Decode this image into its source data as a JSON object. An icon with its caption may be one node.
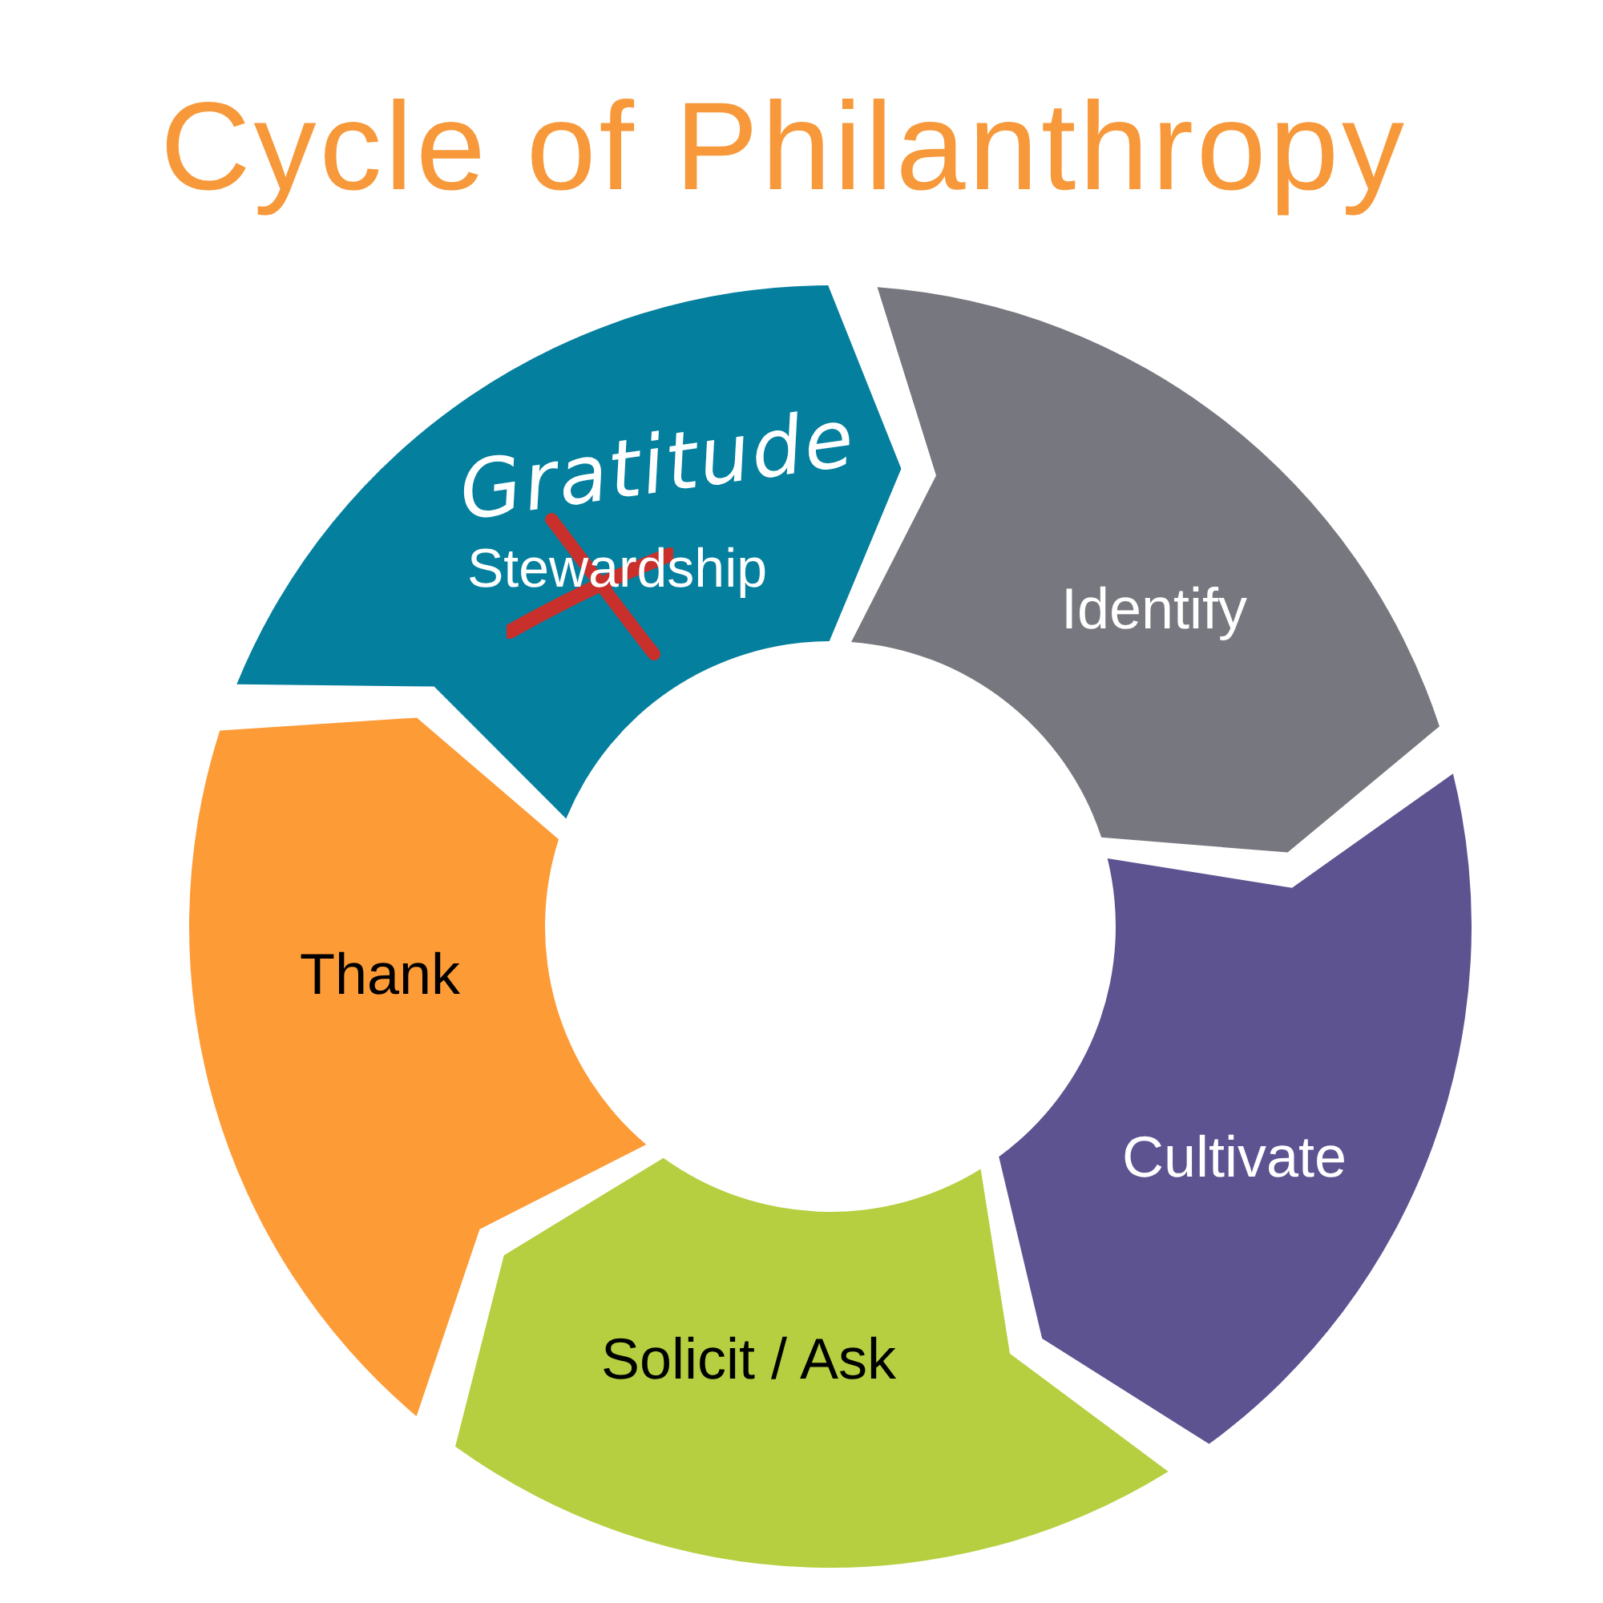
{
  "diagram": {
    "title": "Cycle of Philanthropy",
    "nodes": [
      {
        "text": [
          "Gratitude",
          "Stewardship"
        ]
      },
      {
        "text": [
          "Identify"
        ]
      },
      {
        "text": [
          "Cultivate"
        ]
      },
      {
        "text": [
          "Solicit / Ask"
        ]
      },
      {
        "text": [
          "Thank"
        ]
      }
    ]
  }
}
